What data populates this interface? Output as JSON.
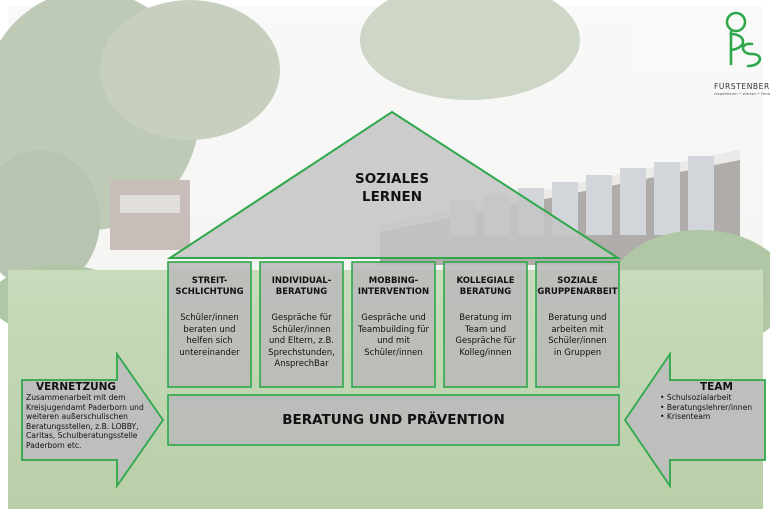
{
  "roof": {
    "title_line1": "SOZIALES",
    "title_line2": "LERNEN"
  },
  "pillars": [
    {
      "title": [
        "STREIT-",
        "SCHLICHTUNG"
      ],
      "body": [
        "Schüler/innen",
        "beraten und",
        "helfen sich",
        "untereinander"
      ]
    },
    {
      "title": [
        "INDIVIDUAL-",
        "BERATUNG"
      ],
      "body": [
        "Gespräche für",
        "Schüler/innen",
        "und Eltern, z.B.",
        "Sprechstunden,",
        "AnsprechBar"
      ]
    },
    {
      "title": [
        "MOBBING-",
        "INTERVENTION"
      ],
      "body": [
        "Gespräche und",
        "Teambuilding für",
        "und mit",
        "Schüler/innen"
      ]
    },
    {
      "title": [
        "KOLLEGIALE",
        "BERATUNG"
      ],
      "body": [
        "Beratung im",
        "Team und",
        "Gespräche für",
        "Kolleg/innen"
      ]
    },
    {
      "title": [
        "SOZIALE",
        "GRUPPENARBEIT"
      ],
      "body": [
        "Beratung und",
        "arbeiten mit",
        "Schüler/innen",
        "in Gruppen"
      ]
    }
  ],
  "foundation": {
    "label": "BERATUNG UND PRÄVENTION"
  },
  "left_arrow": {
    "title": "VERNETZUNG",
    "lines": [
      "Zusammenarbeit mit dem",
      "Kreisjugendamt Paderborn und",
      "weiteren außerschulischen",
      "Beratungsstellen, z.B. LOBBY,",
      "Caritas, Schulberatungsstelle",
      "Paderborn etc."
    ]
  },
  "right_arrow": {
    "title": "TEAM",
    "items": [
      "Schulsozialarbeit",
      "Beratungslehrer/innen",
      "Krisenteam"
    ]
  },
  "logo": {
    "name": "FÜRSTENBER",
    "tagline": "respektieren • stärken • fördern",
    "icon": "school-logo-icon"
  },
  "colors": {
    "accent": "#2ea84a",
    "panel": "#b9b9b9",
    "sky": "#f3f4f2"
  }
}
